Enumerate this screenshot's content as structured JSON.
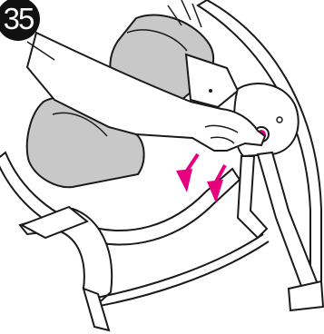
{
  "step": {
    "number": "35"
  },
  "colors": {
    "outline": "#1a1a1a",
    "seat_fill": "#c8c8c8",
    "seat_fill_dark": "#b2b2b2",
    "frame_fill": "#ffffff",
    "arrow": "#e6007e",
    "badge": "#111111"
  },
  "icons": {
    "badge": "step-number-badge",
    "arrows": "push-down-arrow",
    "button": "release-button"
  }
}
